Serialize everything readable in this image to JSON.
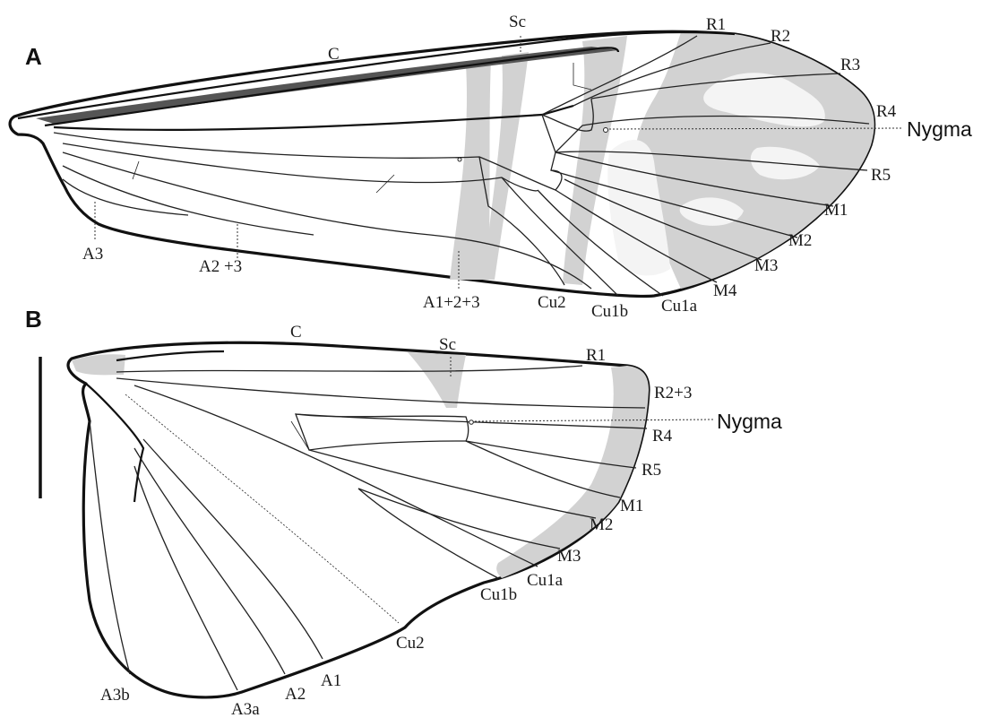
{
  "panels": {
    "a": {
      "tag": "A"
    },
    "b": {
      "tag": "B"
    }
  },
  "labels_a": {
    "c": "C",
    "sc": "Sc",
    "r1": "R1",
    "r2": "R2",
    "r3": "R3",
    "r4": "R4",
    "r5": "R5",
    "nygma": "Nygma",
    "m1": "M1",
    "m2": "M2",
    "m3": "M3",
    "m4": "M4",
    "cu1a": "Cu1a",
    "cu1b": "Cu1b",
    "cu2": "Cu2",
    "a123": "A1+2+3",
    "a23": "A2 +3",
    "a3": "A3"
  },
  "labels_b": {
    "c": "C",
    "sc": "Sc",
    "r1": "R1",
    "r23": "R2+3",
    "r4": "R4",
    "r5": "R5",
    "nygma": "Nygma",
    "m1": "M1",
    "m2": "M2",
    "m3": "M3",
    "cu1a": "Cu1a",
    "cu1b": "Cu1b",
    "cu2": "Cu2",
    "a1": "A1",
    "a2": "A2",
    "a3a": "A3a",
    "a3b": "A3b"
  },
  "colors": {
    "outline": "#111111",
    "shading": "#d2d2d2",
    "background": "#ffffff"
  }
}
